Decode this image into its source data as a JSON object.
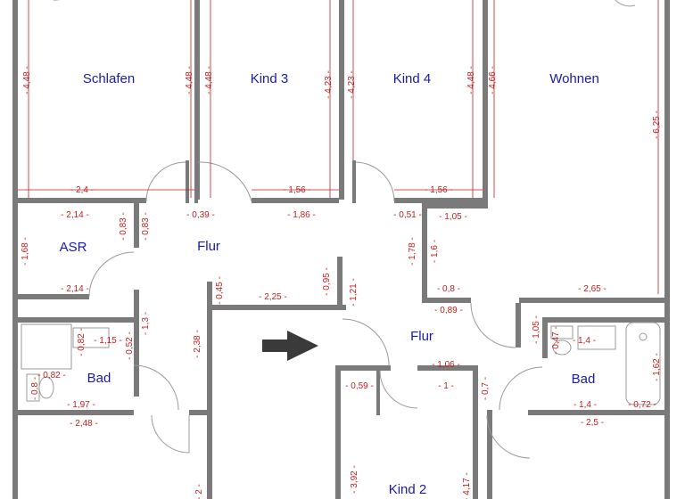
{
  "rooms": {
    "schlafen": "Schlafen",
    "kind3": "Kind 3",
    "kind4": "Kind 4",
    "wohnen": "Wohnen",
    "asr": "ASR",
    "flur_left": "Flur",
    "flur_right": "Flur",
    "bad_left": "Bad",
    "bad_right": "Bad",
    "kind2": "Kind 2"
  },
  "dimensions": {
    "d01": "- 4,48 -",
    "d02": "- 4,48 -",
    "d03": "- 4,48 -",
    "d04": "- 4,23 -",
    "d05": "- 4,23 -",
    "d06": "- 4,48 -",
    "d07": "- 4,66 -",
    "d08": "- 6,25 -",
    "d09": "- 2,4 -",
    "d10": "- 1,56 -",
    "d11": "- 1,56 -",
    "d12": "- 2,14 -",
    "d13": "- 0,83 -",
    "d14": "- 0,83 -",
    "d15": "- 0,39 -",
    "d16": "- 1,86 -",
    "d17": "- 0,51 -",
    "d18": "- 1,05 -",
    "d19": "- 1,68 -",
    "d20": "- 1,78 -",
    "d21": "- 1,6 -",
    "d22": "- 2,14 -",
    "d23": "- 0,45 -",
    "d24": "- 2,25 -",
    "d25": "- 0,95 -",
    "d26": "- 1,21 -",
    "d27": "- 0,8 -",
    "d28": "- 2,65 -",
    "d29": "- 0,89 -",
    "d30": "- 1,3 -",
    "d31": "- 0,82 -",
    "d32": "- 1,15 -",
    "d33": "- 0,52 -",
    "d34": "- 2,38 -",
    "d35": "- 1,05 -",
    "d36": "- 0,47 -",
    "d37": "- 1,4 -",
    "d38": "- 0,82 -",
    "d39": "- 0,8 -",
    "d40": "- 1,06 -",
    "d41": "- 0,59 -",
    "d42": "- 1 -",
    "d43": "- 0,7 -",
    "d44": "- 1,62 -",
    "d45": "- 1,97 -",
    "d46": "- 1,4 -",
    "d47": "- 0,72 -",
    "d48": "- 2,48 -",
    "d49": "- 2,5 -",
    "d50": "- 3,92 -",
    "d51": "- 4,17 -",
    "d52": "- 2 -"
  }
}
